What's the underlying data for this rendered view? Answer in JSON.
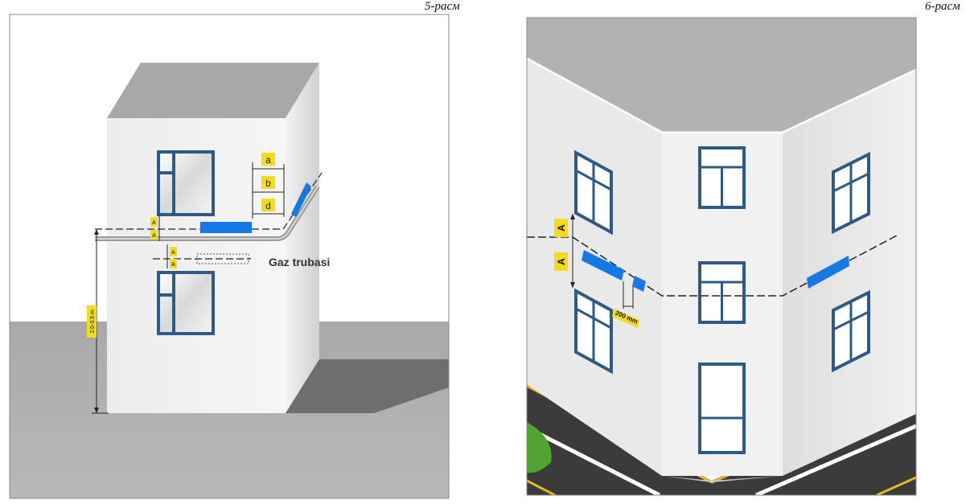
{
  "figure_left": {
    "label": "5-расм",
    "dim_a": "a",
    "dim_b": "b",
    "dim_d": "d",
    "offset_mark": "A",
    "height_label": "2.5-3.5 m",
    "pipe_label": "Gaz trubasi"
  },
  "figure_right": {
    "label": "6-расм",
    "offset_mark": "A",
    "spacing_label": "200 mm"
  },
  "colors": {
    "window_frame": "#2f5a85",
    "pipe_marker": "#1478e6",
    "label_bg": "#f3dc1a",
    "road_line": "#e8b820"
  }
}
